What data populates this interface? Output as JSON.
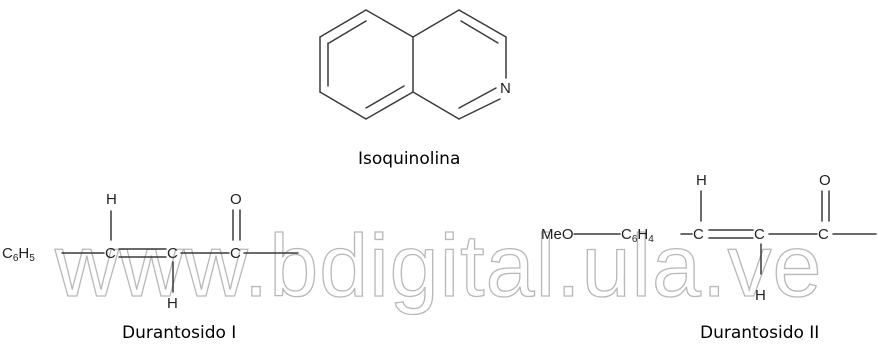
{
  "isoquinoline": {
    "n_label": "N",
    "caption": "Isoquinolina"
  },
  "durantosido1": {
    "c6h5_main": "C",
    "c6h5_sub": "6",
    "c6h5_h": "H",
    "c6h5_sub2": "5",
    "h_top": "H",
    "c1": "C",
    "c2": "C",
    "c3": "C",
    "o": "O",
    "h_bottom": "H",
    "caption": "Durantosido I"
  },
  "durantosido2": {
    "meo": "MeO",
    "c6h4_main": "C",
    "c6h4_sub": "6",
    "c6h4_h": "H",
    "c6h4_sub2": "4",
    "h_top": "H",
    "c1": "C",
    "c2": "C",
    "c3": "C",
    "o": "O",
    "h_bottom": "H",
    "caption": "Durantosido II"
  },
  "watermark": {
    "text": "www.bdigital.ula.ve"
  },
  "colors": {
    "bond": "#3a3a3a",
    "text": "#222222",
    "watermark": "#b8b8b8"
  }
}
